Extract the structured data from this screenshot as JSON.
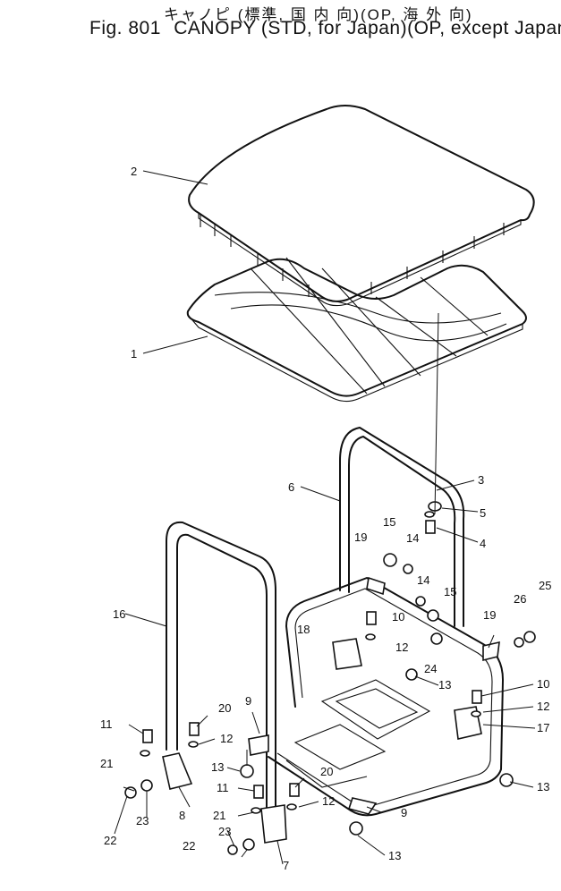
{
  "title": {
    "japanese": "キャノピ (標準, 国 内 向)(OP, 海 外 向)",
    "english_fig": "Fig. 801",
    "english_name": "CANOPY",
    "english_variants": "(STD, for Japan)(OP, except Japan)"
  },
  "callouts": [
    {
      "id": "c2",
      "label": "2"
    },
    {
      "id": "c1",
      "label": "1"
    },
    {
      "id": "c3",
      "label": "3"
    },
    {
      "id": "c6",
      "label": "6"
    },
    {
      "id": "c5",
      "label": "5"
    },
    {
      "id": "c4",
      "label": "4"
    },
    {
      "id": "c15a",
      "label": "15"
    },
    {
      "id": "c14a",
      "label": "14"
    },
    {
      "id": "c19a",
      "label": "19"
    },
    {
      "id": "c14b",
      "label": "14"
    },
    {
      "id": "c15b",
      "label": "15"
    },
    {
      "id": "c16",
      "label": "16"
    },
    {
      "id": "c18",
      "label": "18"
    },
    {
      "id": "c10a",
      "label": "10"
    },
    {
      "id": "c12a",
      "label": "12"
    },
    {
      "id": "c24",
      "label": "24"
    },
    {
      "id": "c13a",
      "label": "13"
    },
    {
      "id": "c26",
      "label": "26"
    },
    {
      "id": "c25",
      "label": "25"
    },
    {
      "id": "c19b",
      "label": "19"
    },
    {
      "id": "c10b",
      "label": "10"
    },
    {
      "id": "c12b",
      "label": "12"
    },
    {
      "id": "c17",
      "label": "17"
    },
    {
      "id": "c13b",
      "label": "13"
    },
    {
      "id": "c11a",
      "label": "11"
    },
    {
      "id": "c20a",
      "label": "20"
    },
    {
      "id": "c9a",
      "label": "9"
    },
    {
      "id": "c12c",
      "label": "12"
    },
    {
      "id": "c21a",
      "label": "21"
    },
    {
      "id": "c13c",
      "label": "13"
    },
    {
      "id": "c23a",
      "label": "23"
    },
    {
      "id": "c22a",
      "label": "22"
    },
    {
      "id": "c8",
      "label": "8"
    },
    {
      "id": "c20b",
      "label": "20"
    },
    {
      "id": "c11b",
      "label": "11"
    },
    {
      "id": "c12d",
      "label": "12"
    },
    {
      "id": "c9b",
      "label": "9"
    },
    {
      "id": "c21b",
      "label": "21"
    },
    {
      "id": "c23b",
      "label": "23"
    },
    {
      "id": "c22b",
      "label": "22"
    },
    {
      "id": "c7",
      "label": "7"
    },
    {
      "id": "c13d",
      "label": "13"
    }
  ]
}
